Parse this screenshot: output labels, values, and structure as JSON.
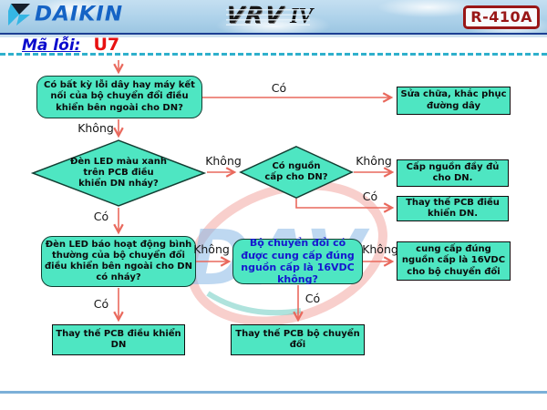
{
  "header": {
    "brand": "DAIKIN",
    "product": "VRV",
    "product_version": "IV",
    "refrigerant_badge": "R-410A"
  },
  "error": {
    "label": "Mã lỗi:",
    "code": "U7"
  },
  "watermark_text": "DAV",
  "colors": {
    "node_fill": "#4ee6c2",
    "arrow": "#e9695d",
    "error_label_blue": "#0a0acd",
    "error_code_red": "#e81111",
    "badge_red": "#991717",
    "dashed_line_teal": "#2fb0cc"
  },
  "flowchart": {
    "nodes": [
      {
        "id": "q-external-wiring-fault",
        "kind": "decision",
        "text": "Có bất kỳ lỗi dây hay máy kết nối của bộ chuyển đổi điều khiển bên ngoài cho DN?"
      },
      {
        "id": "action-repair-wiring",
        "kind": "action",
        "text": "Sửa chữa, khắc phục đường dây"
      },
      {
        "id": "q-green-led-blinking",
        "kind": "decision-diamond",
        "text": "Đèn LED màu xanh trên PCB điều khiển DN nháy?"
      },
      {
        "id": "q-power-supply-dn",
        "kind": "decision-diamond",
        "text": "Có nguồn cấp cho DN?"
      },
      {
        "id": "action-supply-power-dn",
        "kind": "action",
        "text": "Cấp nguồn đầy đủ cho DN."
      },
      {
        "id": "action-replace-pcb-dn",
        "kind": "action",
        "text": "Thay thế PCB điều khiển DN."
      },
      {
        "id": "q-normal-led-blinking",
        "kind": "decision",
        "text": "Đèn LED báo hoạt động bình thường của bộ chuyển đổi điều khiển bên ngoài cho DN có nháy?"
      },
      {
        "id": "q-adapter-16vdc",
        "kind": "decision",
        "text": "Bộ chuyển đổi có được cung cấp đúng nguồn cấp là 16VDC không?"
      },
      {
        "id": "action-supply-16vdc",
        "kind": "action",
        "text": "cung cấp đúng nguồn cấp là 16VDC cho bộ chuyển đổi"
      },
      {
        "id": "action-replace-pcb-dn-final",
        "kind": "action",
        "text": "Thay thế PCB điều khiển DN"
      },
      {
        "id": "action-replace-adapter-pcb",
        "kind": "action",
        "text": "Thay thế PCB bộ chuyển đổi"
      }
    ],
    "labels": [
      {
        "text": "Có"
      },
      {
        "text": "Không"
      },
      {
        "text": "Không"
      },
      {
        "text": "Không"
      },
      {
        "text": "Có"
      },
      {
        "text": "Có"
      },
      {
        "text": "Không"
      },
      {
        "text": "Không"
      },
      {
        "text": "Có"
      },
      {
        "text": "Có"
      }
    ]
  }
}
